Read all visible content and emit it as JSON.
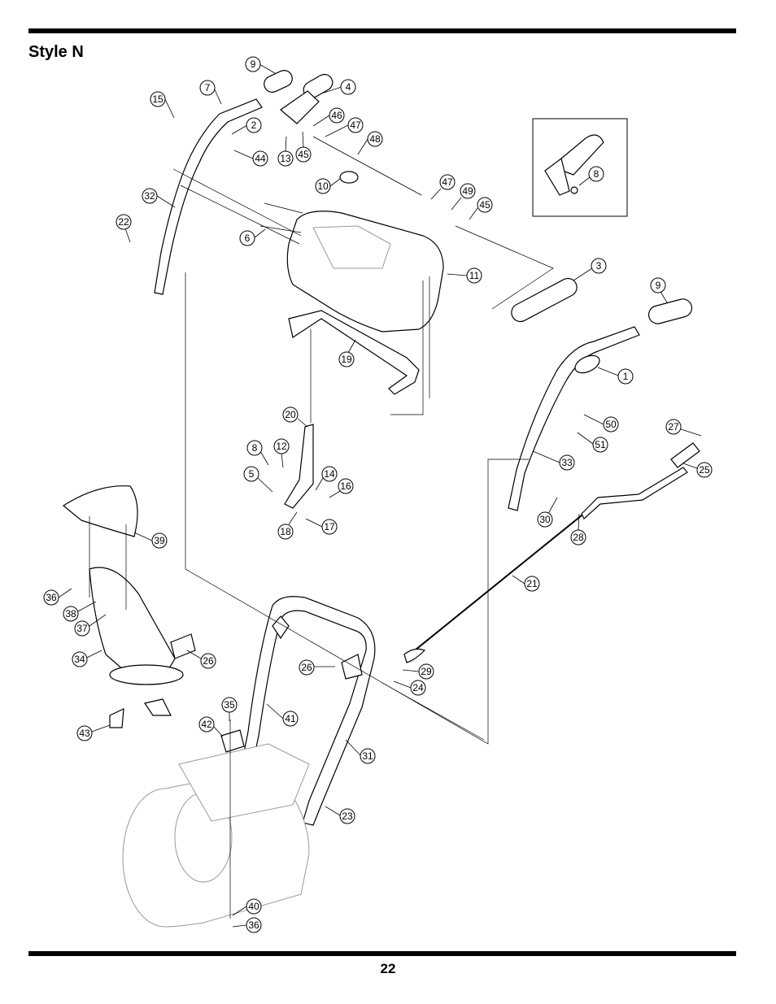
{
  "page": {
    "title": "Style N",
    "page_number": "22"
  },
  "callouts": [
    {
      "id": "c9a",
      "label": "9"
    },
    {
      "id": "c7",
      "label": "7"
    },
    {
      "id": "c4",
      "label": "4"
    },
    {
      "id": "c15",
      "label": "15"
    },
    {
      "id": "c2",
      "label": "2"
    },
    {
      "id": "c46",
      "label": "46"
    },
    {
      "id": "c47a",
      "label": "47"
    },
    {
      "id": "c48",
      "label": "48"
    },
    {
      "id": "c44",
      "label": "44"
    },
    {
      "id": "c13",
      "label": "13"
    },
    {
      "id": "c45a",
      "label": "45"
    },
    {
      "id": "c10",
      "label": "10"
    },
    {
      "id": "c47b",
      "label": "47"
    },
    {
      "id": "c49",
      "label": "49"
    },
    {
      "id": "c45b",
      "label": "45"
    },
    {
      "id": "c32",
      "label": "32"
    },
    {
      "id": "c22",
      "label": "22"
    },
    {
      "id": "c6",
      "label": "6"
    },
    {
      "id": "c8a",
      "label": "8"
    },
    {
      "id": "c11",
      "label": "11"
    },
    {
      "id": "c3",
      "label": "3"
    },
    {
      "id": "c9b",
      "label": "9"
    },
    {
      "id": "c19",
      "label": "19"
    },
    {
      "id": "c1",
      "label": "1"
    },
    {
      "id": "c20",
      "label": "20"
    },
    {
      "id": "c50",
      "label": "50"
    },
    {
      "id": "c27",
      "label": "27"
    },
    {
      "id": "c51",
      "label": "51"
    },
    {
      "id": "c8b",
      "label": "8"
    },
    {
      "id": "c12",
      "label": "12"
    },
    {
      "id": "c33",
      "label": "33"
    },
    {
      "id": "c25",
      "label": "25"
    },
    {
      "id": "c5",
      "label": "5"
    },
    {
      "id": "c14",
      "label": "14"
    },
    {
      "id": "c16",
      "label": "16"
    },
    {
      "id": "c30",
      "label": "30"
    },
    {
      "id": "c18",
      "label": "18"
    },
    {
      "id": "c17",
      "label": "17"
    },
    {
      "id": "c28",
      "label": "28"
    },
    {
      "id": "c39",
      "label": "39"
    },
    {
      "id": "c21",
      "label": "21"
    },
    {
      "id": "c36a",
      "label": "36"
    },
    {
      "id": "c38",
      "label": "38"
    },
    {
      "id": "c37",
      "label": "37"
    },
    {
      "id": "c34",
      "label": "34"
    },
    {
      "id": "c26a",
      "label": "26"
    },
    {
      "id": "c26b",
      "label": "26"
    },
    {
      "id": "c29",
      "label": "29"
    },
    {
      "id": "c24",
      "label": "24"
    },
    {
      "id": "c35",
      "label": "35"
    },
    {
      "id": "c41",
      "label": "41"
    },
    {
      "id": "c42",
      "label": "42"
    },
    {
      "id": "c43",
      "label": "43"
    },
    {
      "id": "c31",
      "label": "31"
    },
    {
      "id": "c23",
      "label": "23"
    },
    {
      "id": "c40",
      "label": "40"
    },
    {
      "id": "c36b",
      "label": "36"
    }
  ]
}
